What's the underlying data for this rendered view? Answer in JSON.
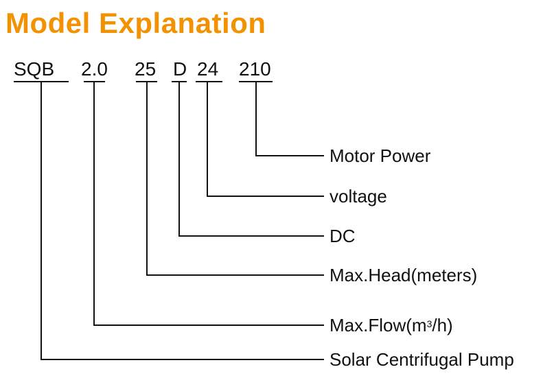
{
  "title": "Model Explanation",
  "accent_color": "#f39200",
  "codes": [
    "SQB",
    "2.0",
    "25",
    "D",
    "24",
    "210"
  ],
  "labels": {
    "motor_power": "Motor Power",
    "voltage": "voltage",
    "dc": "DC",
    "max_head": "Max.Head(meters)",
    "max_flow_prefix": "Max.Flow(m",
    "max_flow_sup": "3",
    "max_flow_suffix": "/h)",
    "solar_pump": "Solar Centrifugal Pump"
  }
}
